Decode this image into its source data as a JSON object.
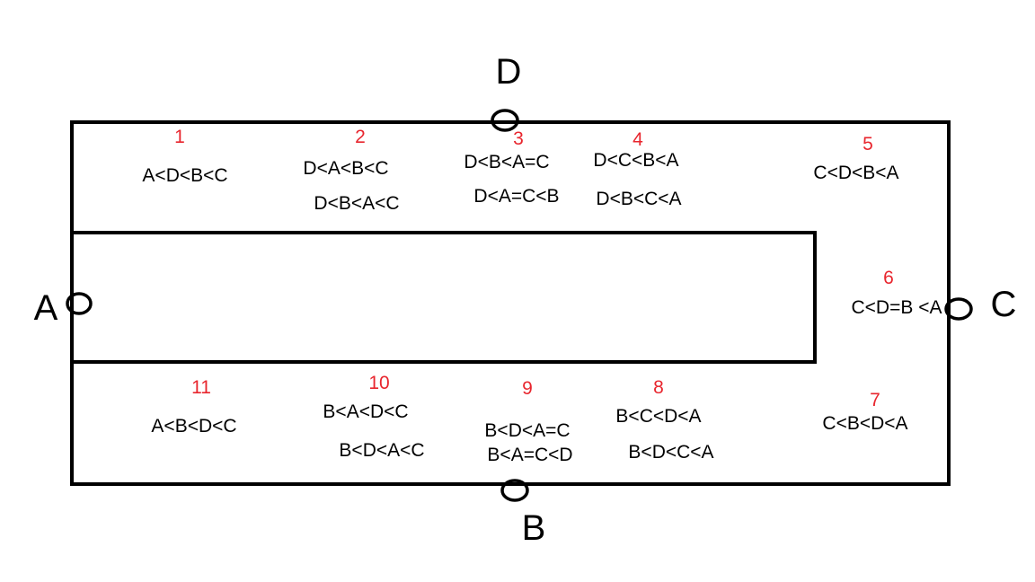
{
  "colors": {
    "line": "#000000",
    "region_number": "#e8262e",
    "background": "#ffffff"
  },
  "points": {
    "A": "A",
    "B": "B",
    "C": "C",
    "D": "D"
  },
  "regions": {
    "r1": {
      "number": "1",
      "orders": [
        "A<D<B<C"
      ]
    },
    "r2": {
      "number": "2",
      "orders": [
        "D<A<B<C",
        "D<B<A<C"
      ]
    },
    "r3": {
      "number": "3",
      "orders": [
        "D<B<A=C",
        "D<A=C<B"
      ]
    },
    "r4": {
      "number": "4",
      "orders": [
        "D<C<B<A",
        "D<B<C<A"
      ]
    },
    "r5": {
      "number": "5",
      "orders": [
        "C<D<B<A"
      ]
    },
    "r6": {
      "number": "6",
      "orders": [
        "C<D=B <A"
      ]
    },
    "r7": {
      "number": "7",
      "orders": [
        "C<B<D<A"
      ]
    },
    "r8": {
      "number": "8",
      "orders": [
        "B<C<D<A",
        "B<D<C<A"
      ]
    },
    "r9": {
      "number": "9",
      "orders": [
        "B<D<A=C",
        "B<A=C<D"
      ]
    },
    "r10": {
      "number": "10",
      "orders": [
        "B<A<D<C",
        "B<D<A<C"
      ]
    },
    "r11": {
      "number": "11",
      "orders": [
        "A<B<D<C"
      ]
    }
  }
}
